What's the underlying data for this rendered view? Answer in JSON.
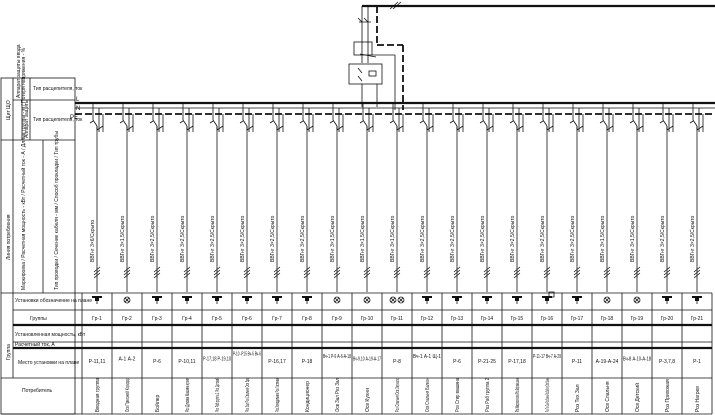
{
  "header": {
    "panel": "Щит ЩО",
    "protection_input": "Аппарат защиты ввода",
    "protection_device": "Аппарат защиты",
    "type_label_1": "Тип расцепителя, ток",
    "type_label_2": "Тип расцепителя, ток",
    "line_section": "Линия потребления",
    "line_marking": "Маркировка / Расчетная мощность - кВт / Расчетный ток - А / Длина группы - м / Потеря напряжения - %",
    "line_type": "Тип проводки / Сечение кабеля - мм / Способ прокладки / Тип трубы",
    "install_label": "Установки обозначение на плане",
    "group_section": "Группа",
    "groups_label": "Группы",
    "power_label": "Установленная мощность, кВт",
    "current_label": "Расчетный ток, А",
    "location_label": "Место установки на плане",
    "consumer_label": "Потребитель"
  },
  "bus": {
    "l": "L",
    "n": "N",
    "pe": "PE"
  },
  "groups": [
    {
      "label": "Гр-1",
      "cable": "ВВГнг 3×6/Скрыто",
      "load": "socket",
      "location": "Р-11,11",
      "consumer": "Вводная группа"
    },
    {
      "label": "Гр-2",
      "cable": "ВВГнг 3×1,5/Скрыто",
      "load": "lamp",
      "location": "А-1 А-2",
      "consumer": "Осв Прихожей Коридор"
    },
    {
      "label": "Гр-3",
      "cable": "ВВГнг 3×2,5/Скрыто",
      "load": "socket",
      "location": "Р-6",
      "consumer": "Бойлер"
    },
    {
      "label": "Гр-4",
      "cable": "ВВГнг 3×2,5/Скрыто",
      "load": "socket",
      "location": "Р-10,11",
      "consumer": "Роз Духовка Машина кухня"
    },
    {
      "label": "Гр-5",
      "cable": "ВВГнг 3×2,5/Скрыто",
      "load": "socket",
      "location": "Р-17,18 Р-19,10",
      "consumer": "Роз Раб группа 1 Роз Детский"
    },
    {
      "label": "Гр-6",
      "cable": "ВВГнг 3×2,5/Скрыто",
      "load": "socket",
      "location": "Р-10 -Р15 Вч-6 Вч-6",
      "consumer": "Роз Зал Роз Спальня Осв Бра"
    },
    {
      "label": "Гр-7",
      "cable": "ВВГнг 3×2,5/Скрыто",
      "load": "socket",
      "location": "Р-16,17",
      "consumer": "Роз Холодильник Роз Гостиная"
    },
    {
      "label": "Гр-8",
      "cable": "ВВГнг 3×2,5/Скрыто",
      "load": "socket",
      "location": "Р-18",
      "consumer": "Кондиционер"
    },
    {
      "label": "Гр-9",
      "cable": "ВВГнг 3×1,5/Скрыто",
      "load": "lamp",
      "location": "Вч-1 Р-9 А-6-А-18",
      "consumer": "Осв Зал Роз Зал"
    },
    {
      "label": "Гр-10",
      "cable": "ВВГнг 3×1,5/Скрыто",
      "load": "lamp",
      "location": "Вч-9,10 А-19-А-17",
      "consumer": "Осв Кухни"
    },
    {
      "label": "Гр-11",
      "cable": "ВВГнг 3×1,5/Скрыто",
      "load": "lamp2",
      "location": "Р-8",
      "consumer": "Роз Спальня Осв Зеркало"
    },
    {
      "label": "Гр-12",
      "cable": "ВВГнг 3×2,5/Скрыто",
      "load": "socket",
      "location": "Вч-1 А-1 Щ-1",
      "consumer": "Осв Спальня Балкон"
    },
    {
      "label": "Гр-13",
      "cable": "ВВГнг 3×2,5/Скрыто",
      "load": "socket",
      "location": "Р-6",
      "consumer": "Роз Стир машина"
    },
    {
      "label": "Гр-14",
      "cable": "ВВГнг 3×2,5/Скрыто",
      "load": "socket",
      "location": "Р-21-25",
      "consumer": "Роз Раб группа 2"
    },
    {
      "label": "Гр-15",
      "cable": "ВВГнг 3×2,5/Скрыто",
      "load": "socket",
      "location": "Р-17,18",
      "consumer": "Роз Микроволновка Роз Кофемашина"
    },
    {
      "label": "Гр-16",
      "cable": "ВВГнг 3×2,5/Скрыто",
      "load": "socketbox",
      "location": "Р-11-17 Вч-7 А-29",
      "consumer": "Роз Тех Сан Роз Ванна Роз Бойлер Осв Ванна"
    },
    {
      "label": "Гр-17",
      "cable": "ВВГнг 3×2,5/Скрыто",
      "load": "socket",
      "location": "Р-11",
      "consumer": "Роз Тех Зал"
    },
    {
      "label": "Гр-18",
      "cable": "ВВГнг 3×1,5/Скрыто",
      "load": "lamp",
      "location": "А-19-А-24",
      "consumer": "Осв Спальня"
    },
    {
      "label": "Гр-19",
      "cable": "ВВГнг 3×1,5/Скрыто",
      "load": "lamp",
      "location": "Вч-8 А-10-А-18",
      "consumer": "Осв Детский"
    },
    {
      "label": "Гр-20",
      "cable": "ВВГнг 3×2,5/Скрыто",
      "load": "socket",
      "location": "Р-3,7,8",
      "consumer": "Роз Прихожая"
    },
    {
      "label": "Гр-21",
      "cable": "ВВГнг 3×2,5/Скрыто",
      "load": "socket",
      "location": "Р-1",
      "consumer": "Роз Нагрев"
    }
  ]
}
